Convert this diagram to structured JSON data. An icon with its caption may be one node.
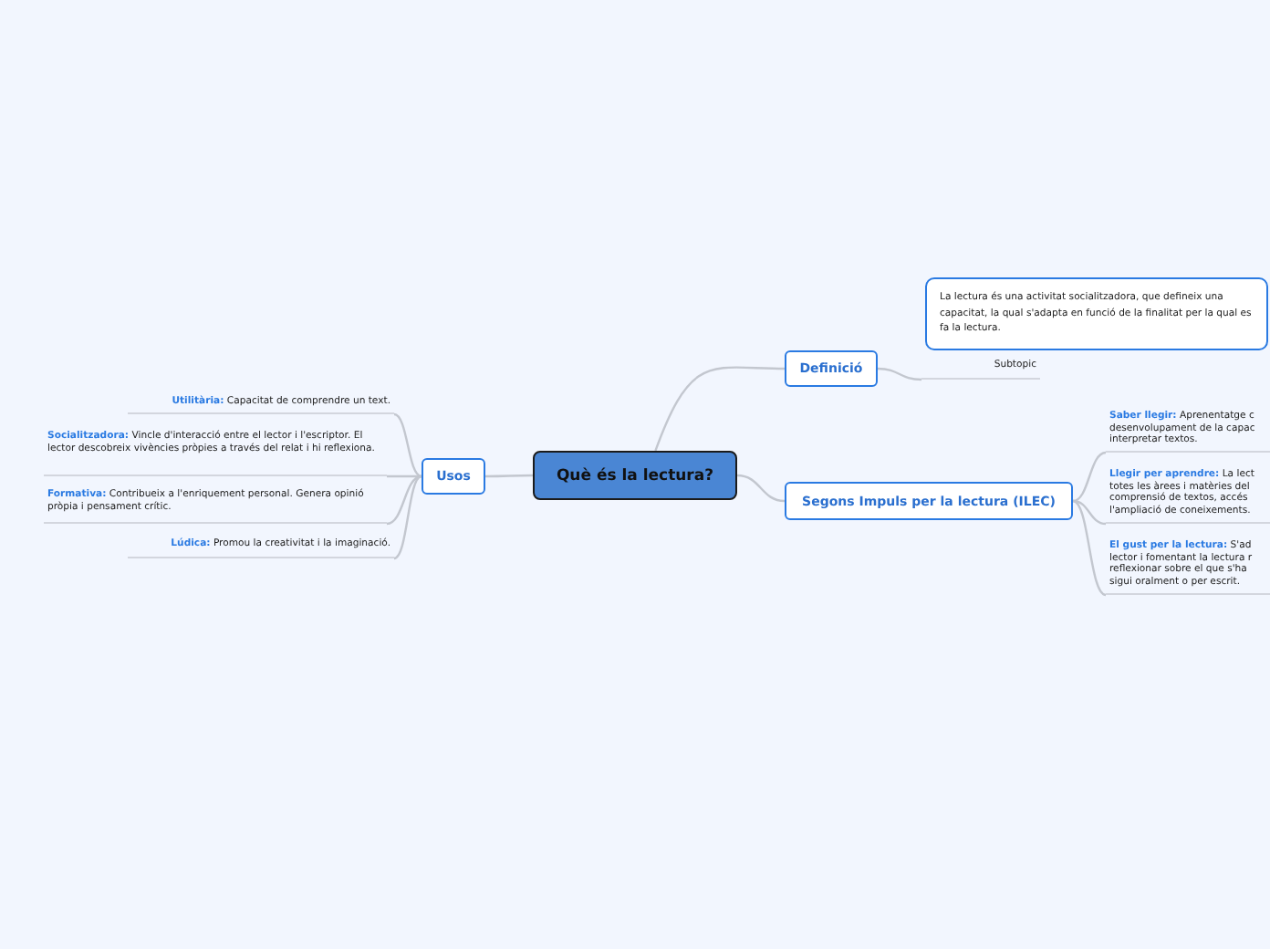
{
  "diagram": {
    "nodes": [
      {
        "text": [
          "Què és la lectura?"
        ]
      },
      {
        "text": [
          "Definició"
        ]
      },
      {
        "text": [
          "Segons Impuls per la lectura (ILEC)"
        ]
      },
      {
        "text": [
          "Usos"
        ]
      },
      {
        "text": [
          "La lectura és una activitat socialitzadora, que defineix una capacitat, la qual s'adapta en funció de la finalitat per la qual es fa la lectura."
        ]
      },
      {
        "text": [
          "Subtopic"
        ]
      },
      {
        "text": [
          "**Saber llegir:** Aprenentatge c desenvolupament de la capac interpretar textos."
        ]
      },
      {
        "text": [
          "**Llegir per aprendre:** La lect totes les àrees i matèries del comprensió de textos, accés l'ampliació de coneixements."
        ]
      },
      {
        "text": [
          "**El gust per la lectura:** S'ad lector i fomentant la lectura r reflexionar sobre el que s'ha sigui oralment o per escrit."
        ]
      },
      {
        "text": [
          "**Utilitària:**  Capacitat de comprendre un text."
        ]
      },
      {
        "text": [
          "**Socialitzadora:** Vincle d'interacció entre el lector i l'escriptor. El lector descobreix vivències pròpies a través del relat i hi reflexiona."
        ]
      },
      {
        "text": [
          "**Formativa:** Contribueix a l'enriquement personal. Genera opinió pròpia i pensament crític."
        ]
      },
      {
        "text": [
          "**Lúdica:** Promou la creativitat i la imaginació."
        ]
      }
    ],
    "edges": [
      {
        "from": 0,
        "to": 1,
        "arrow": "none"
      },
      {
        "from": 0,
        "to": 2,
        "arrow": "none"
      },
      {
        "from": 0,
        "to": 3,
        "arrow": "none"
      },
      {
        "from": 1,
        "to": 5,
        "arrow": "none"
      },
      {
        "from": 2,
        "to": 6,
        "arrow": "none"
      },
      {
        "from": 2,
        "to": 7,
        "arrow": "none"
      },
      {
        "from": 2,
        "to": 8,
        "arrow": "none"
      },
      {
        "from": 3,
        "to": 9,
        "arrow": "none"
      },
      {
        "from": 3,
        "to": 10,
        "arrow": "none"
      },
      {
        "from": 3,
        "to": 11,
        "arrow": "none"
      },
      {
        "from": 3,
        "to": 12,
        "arrow": "none"
      }
    ]
  }
}
